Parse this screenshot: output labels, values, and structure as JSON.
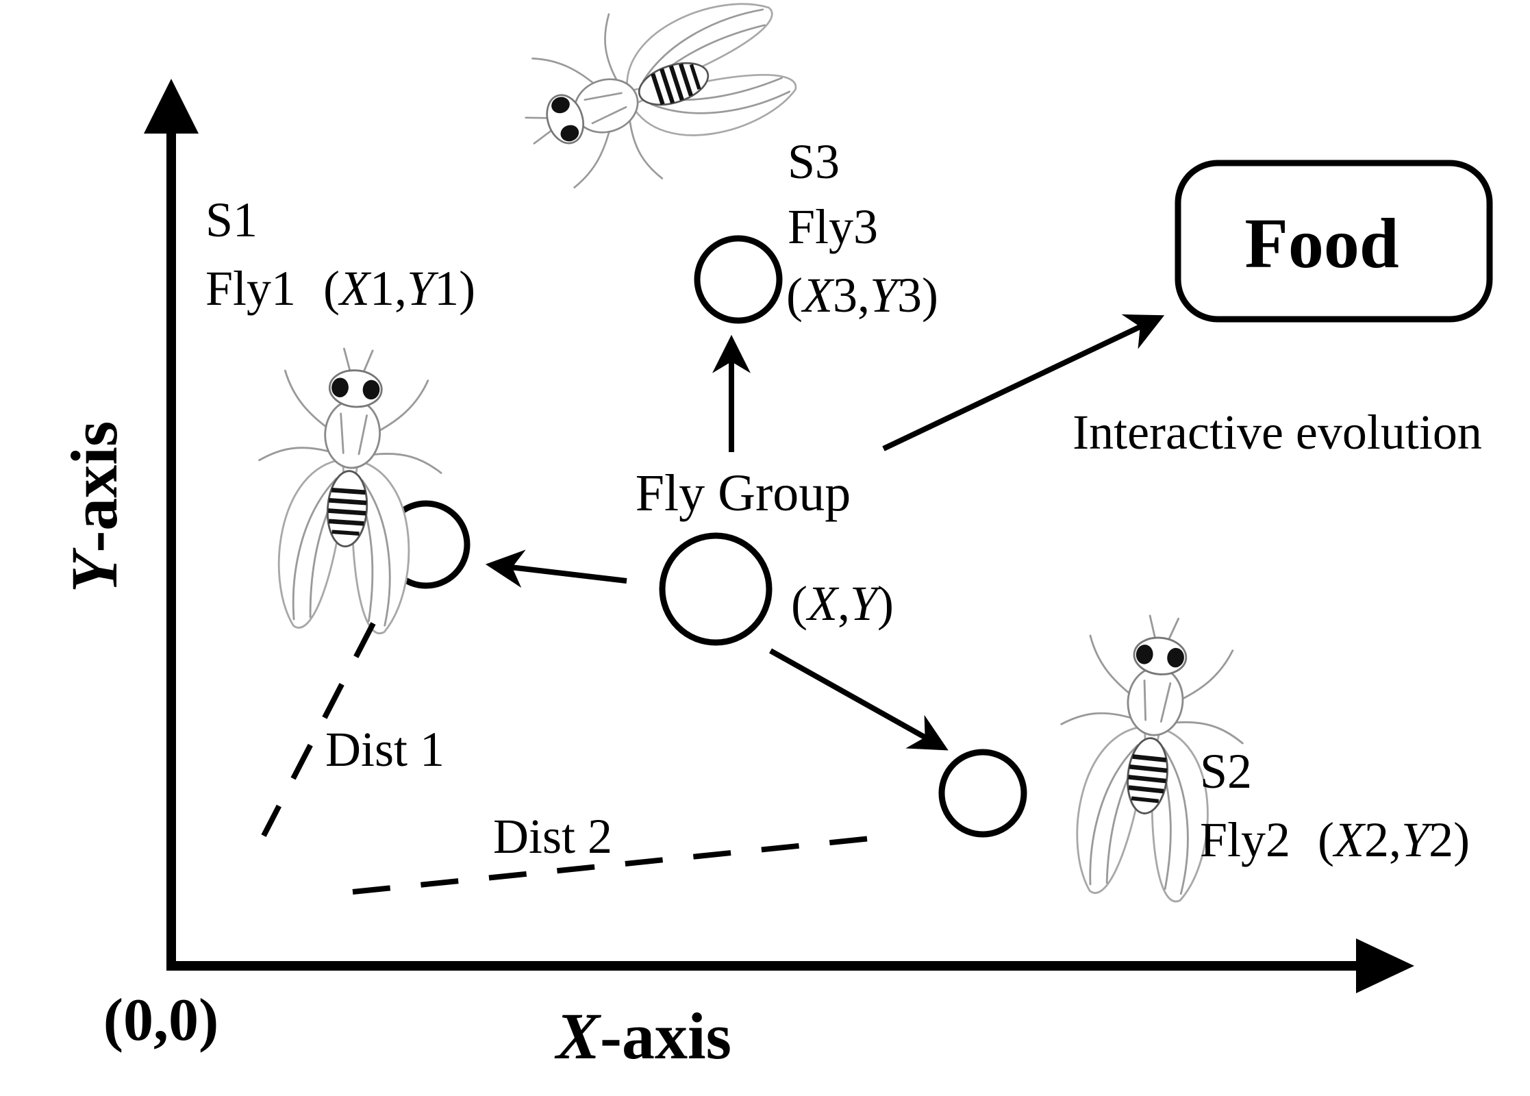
{
  "diagram": {
    "axes": {
      "x_label_var": "X",
      "x_label_rest": "-axis",
      "y_label_var": "Y",
      "y_label_rest": "-axis",
      "origin": "(0,0)"
    },
    "food_label": "Food",
    "interactive_label": "Interactive evolution",
    "group": {
      "title": "Fly Group",
      "coord_open": "(",
      "coord_x": "X",
      "coord_sep": ",",
      "coord_y": "Y",
      "coord_close": ")"
    },
    "s1": {
      "station": "S1",
      "name": "Fly1",
      "coord_open": "(",
      "coord_x": "X",
      "coord_x_idx": "1",
      "coord_sep": ",",
      "coord_y": "Y",
      "coord_y_idx": "1",
      "coord_close": ")"
    },
    "s2": {
      "station": "S2",
      "name": "Fly2",
      "coord_open": "(",
      "coord_x": "X",
      "coord_x_idx": "2",
      "coord_sep": ",",
      "coord_y": "Y",
      "coord_y_idx": "2",
      "coord_close": ")"
    },
    "s3": {
      "station": "S3",
      "name": "Fly3",
      "coord_open": "(",
      "coord_x": "X",
      "coord_x_idx": "3",
      "coord_sep": ",",
      "coord_y": "Y",
      "coord_y_idx": "3",
      "coord_close": ")"
    },
    "dist1_label": "Dist 1",
    "dist2_label": "Dist 2",
    "icons": [
      "fruit-fly-icon"
    ]
  }
}
